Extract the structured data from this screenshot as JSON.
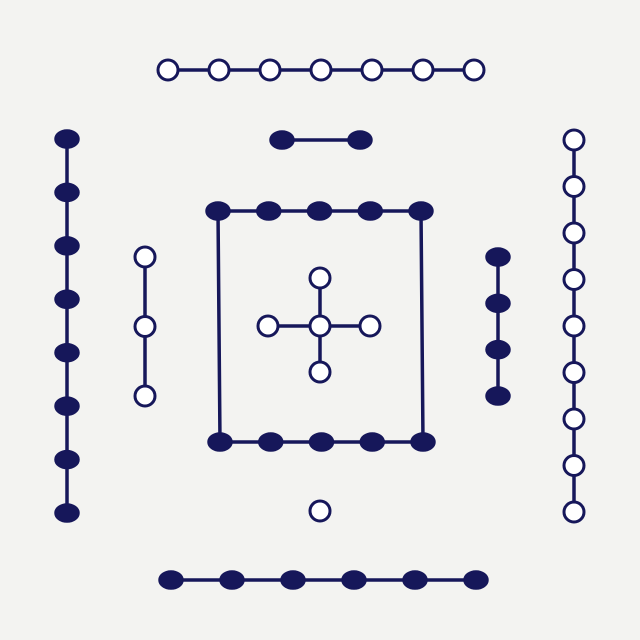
{
  "colors": {
    "background": "#f3f3f1",
    "ink": "#16175a",
    "open_fill": "#ffffff"
  },
  "diagram": {
    "groups": [
      {
        "name": "top-row",
        "count": 7,
        "fill": "open"
      },
      {
        "name": "bottom-row",
        "count": 6,
        "fill": "filled"
      },
      {
        "name": "left-column",
        "count": 8,
        "fill": "filled"
      },
      {
        "name": "right-column",
        "count": 9,
        "fill": "open"
      },
      {
        "name": "top-pair",
        "count": 2,
        "fill": "filled"
      },
      {
        "name": "left-inner",
        "count": 3,
        "fill": "open"
      },
      {
        "name": "right-inner",
        "count": 4,
        "fill": "filled"
      },
      {
        "name": "square-top",
        "count": 5,
        "fill": "filled"
      },
      {
        "name": "square-bottom",
        "count": 5,
        "fill": "filled"
      },
      {
        "name": "center-cross",
        "count": 5,
        "fill": "open"
      },
      {
        "name": "lone-dot",
        "count": 1,
        "fill": "open"
      }
    ]
  }
}
